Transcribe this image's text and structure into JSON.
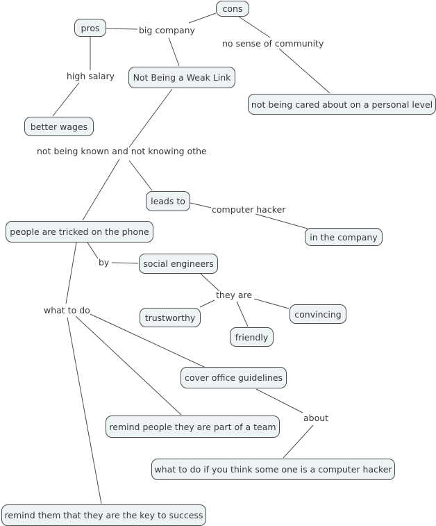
{
  "app": {
    "description": "concept map canvas"
  },
  "theme": {
    "background": "#ffffff",
    "node_fill": "#edf2f4",
    "node_border": "#4a4a4a",
    "text_color": "#383838",
    "line_color": "#4a4a4a"
  },
  "nodes": [
    {
      "id": "cons",
      "label": "cons"
    },
    {
      "id": "pros",
      "label": "pros"
    },
    {
      "id": "weak-link",
      "label": "Not Being a Weak Link"
    },
    {
      "id": "personal-level",
      "label": "not being cared about on a personal level"
    },
    {
      "id": "better-wages",
      "label": "better wages"
    },
    {
      "id": "leads-to",
      "label": "leads to"
    },
    {
      "id": "in-the-company",
      "label": "in the company"
    },
    {
      "id": "tricked-phone",
      "label": "people are tricked on the phone"
    },
    {
      "id": "social-engineers",
      "label": "social engineers"
    },
    {
      "id": "trustworthy",
      "label": "trustworthy"
    },
    {
      "id": "convincing",
      "label": "convincing"
    },
    {
      "id": "friendly",
      "label": "friendly"
    },
    {
      "id": "cover-guidelines",
      "label": "cover office guidelines"
    },
    {
      "id": "remind-team",
      "label": "remind people they are part of a team"
    },
    {
      "id": "what-if-hacker",
      "label": "what to do if you think some one is a computer hacker"
    },
    {
      "id": "remind-key",
      "label": "remind them that they are the key to success"
    }
  ],
  "linking_phrases": [
    {
      "id": "big-company",
      "text": "big company"
    },
    {
      "id": "no-sense",
      "text": "no sense of community"
    },
    {
      "id": "high-salary",
      "text": "high salary"
    },
    {
      "id": "not-known",
      "text": "not being known and not knowing othe"
    },
    {
      "id": "computer-hacker",
      "text": "computer hacker"
    },
    {
      "id": "by",
      "text": "by"
    },
    {
      "id": "they-are",
      "text": "they are"
    },
    {
      "id": "what-to-do",
      "text": "what to do"
    },
    {
      "id": "about",
      "text": "about"
    }
  ]
}
